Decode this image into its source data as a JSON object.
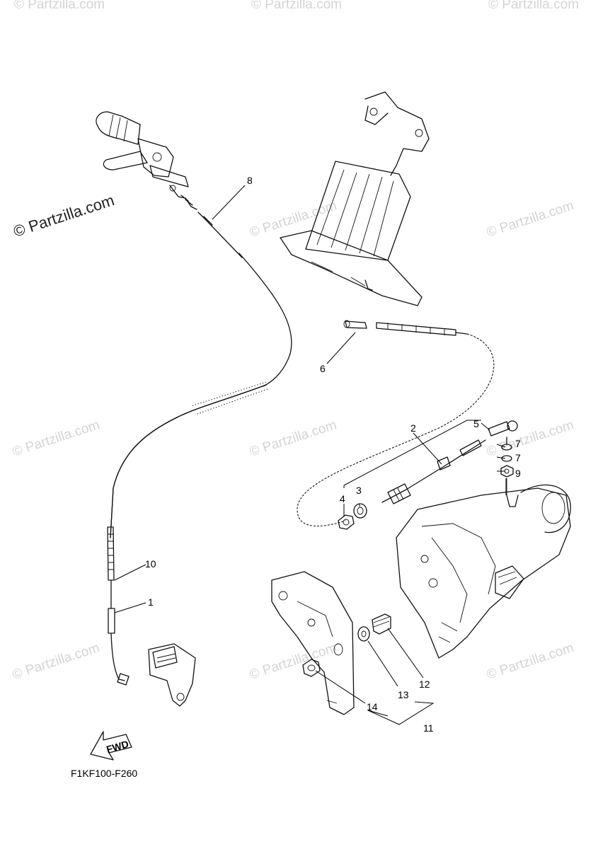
{
  "watermark": {
    "text": "© Partzilla.com",
    "primary_text": "© Partzilla.com"
  },
  "diagram_code": "F1KF100-F260",
  "fwd_label": "FWD",
  "callouts": [
    "1",
    "2",
    "3",
    "4",
    "5",
    "6",
    "7",
    "7",
    "8",
    "9",
    "10",
    "11",
    "12",
    "13",
    "14"
  ]
}
